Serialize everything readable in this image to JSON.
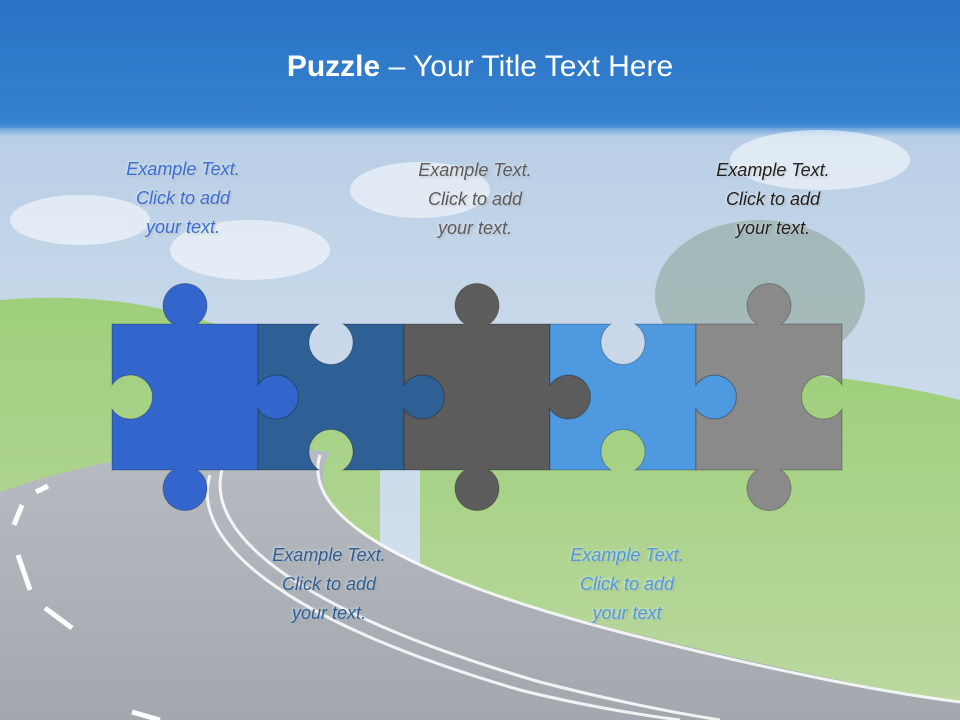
{
  "slide": {
    "title_bold": "Puzzle",
    "title_rest": " – Your Title Text Here"
  },
  "pieces": [
    {
      "color": "#3366cc"
    },
    {
      "color": "#2e6095"
    },
    {
      "color": "#5c5c5c"
    },
    {
      "color": "#4e99e0"
    },
    {
      "color": "#8a8a8a"
    }
  ],
  "callouts": [
    {
      "lines": [
        "Example Text.",
        "Click  to add",
        "your text."
      ],
      "color": "#3a6fd6"
    },
    {
      "lines": [
        "Example Text.",
        "Click  to add",
        "your text."
      ],
      "color": "#2e6095"
    },
    {
      "lines": [
        "Example Text.",
        "Click  to add",
        "your text."
      ],
      "color": "#5c5c5c"
    },
    {
      "lines": [
        "Example Text.",
        "Click  to add",
        "your text"
      ],
      "color": "#4e99e0"
    },
    {
      "lines": [
        "Example Text.",
        "Click  to add",
        "your text."
      ],
      "color": "#222222"
    }
  ]
}
